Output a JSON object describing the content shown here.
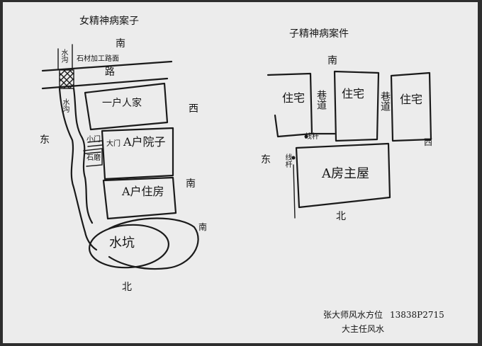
{
  "left_map": {
    "title": "女精神病案子",
    "road_shop": "石材加工路面",
    "label_water_left": "水沟",
    "label_water_mid": "水沟",
    "road": "路",
    "house1": "一户人家",
    "courtyard": "A户院子",
    "door_big": "大门",
    "door_small": "小门",
    "side_room": "石磨",
    "residence": "A户住房",
    "pond": "水坑",
    "dir_north_top": "南",
    "dir_west": "西",
    "dir_east": "东",
    "dir_south_mid": "南",
    "dir_south_low": "南",
    "dir_north_bottom": "北"
  },
  "right_map": {
    "title": "子精神病案件",
    "dir_south": "南",
    "dir_west": "西",
    "dir_east": "东",
    "dir_north": "北",
    "house_left": "住宅",
    "alley_left": "巷道",
    "house_mid": "住宅",
    "alley_right": "巷道",
    "house_right": "住宅",
    "pole_top": "线杆",
    "pole_left": "线杆",
    "main_house": "A房主屋"
  },
  "footer": {
    "signature": "张大师风水方位",
    "phone": "13838P2715",
    "caption": "大主任风水"
  }
}
